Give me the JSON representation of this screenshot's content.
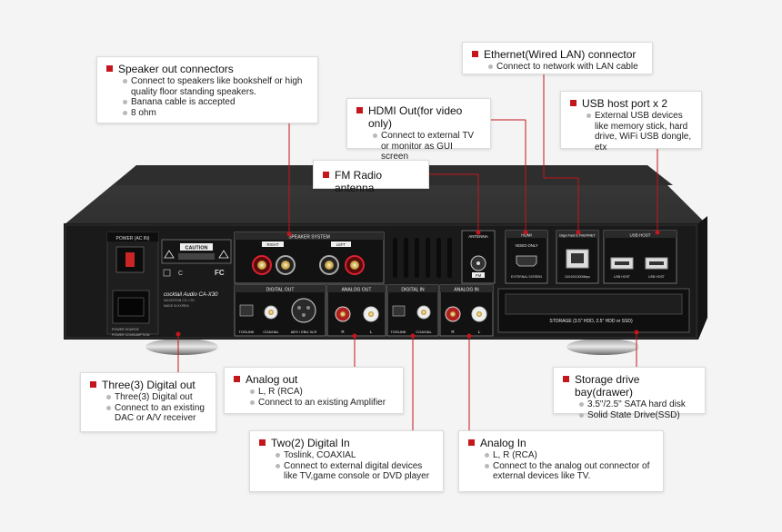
{
  "callouts": {
    "speaker": {
      "title": "Speaker out connectors",
      "items": [
        "Connect to speakers like bookshelf or high quality floor standing speakers.",
        "Banana cable is accepted",
        "8 ohm"
      ]
    },
    "ethernet": {
      "title": "Ethernet(Wired LAN) connector",
      "items": [
        "Connect to network with LAN cable"
      ]
    },
    "hdmi": {
      "title": "HDMI Out(for video only)",
      "items": [
        "Connect to external TV or monitor as GUI screen"
      ]
    },
    "usb": {
      "title": "USB host port x 2",
      "items": [
        "External USB devices like memory stick, hard drive, WiFi USB dongle, etx"
      ]
    },
    "fm": {
      "title": "FM Radio antenna",
      "items": []
    },
    "digital_out": {
      "title": "Three(3) Digital out",
      "items": [
        "Three(3) Digital out",
        "Connect to an existing DAC or A/V receiver"
      ]
    },
    "analog_out": {
      "title": "Analog out",
      "items": [
        "L, R (RCA)",
        "Connect to an existing Amplifier"
      ]
    },
    "storage": {
      "title": "Storage drive bay(drawer)",
      "items": [
        "3.5\"/2.5\" SATA hard disk",
        "Solid State Drive(SSD)"
      ]
    },
    "digital_in": {
      "title": "Two(2) Digital In",
      "items": [
        "Toslink, COAXIAL",
        "Connect to external digital devices like TV,game console or DVD player"
      ]
    },
    "analog_in": {
      "title": "Analog In",
      "items": [
        "L, R (RCA)",
        "Connect to the analog out connector of external devices like TV."
      ]
    }
  },
  "panel": {
    "power": "POWER (AC IN)",
    "caution": "CAUTION",
    "speaker_system": "SPEAKER SYSTEM",
    "right": "RIGHT",
    "left": "LEFT",
    "digital_out": "DIGITAL OUT",
    "toslink": "TOSLINK",
    "coaxial": "COAXIAL",
    "aes": "AES / EBU XLR",
    "analog_out": "ANALOG OUT",
    "digital_in": "DIGITAL IN",
    "analog_in": "ANALOG IN",
    "r": "R",
    "l": "L",
    "antenna": "ANTENNA",
    "fm": "FM",
    "hdmi": "HDMI",
    "video_only": "VIDEO ONLY",
    "external_screen": "EXTERNAL SCREEN",
    "ethernet": "Giga Fast ETHERNET",
    "ethernet_speed": "10/100/1000Mbps",
    "usb_host": "USB HOST",
    "storage": "STORAGE (3.5\" HDD, 2.5\" HDD or SSD)",
    "brand": "cocktail Audio  CA-X30",
    "maker": "NOVATRON CO. LTD",
    "made_in": "MADE IN KOREA",
    "power_source": "POWER SOURCE",
    "power_consumption": "POWER CONSUMPTION"
  },
  "colors": {
    "accent": "#c4161c",
    "device": "#242424",
    "panel": "#111111"
  }
}
